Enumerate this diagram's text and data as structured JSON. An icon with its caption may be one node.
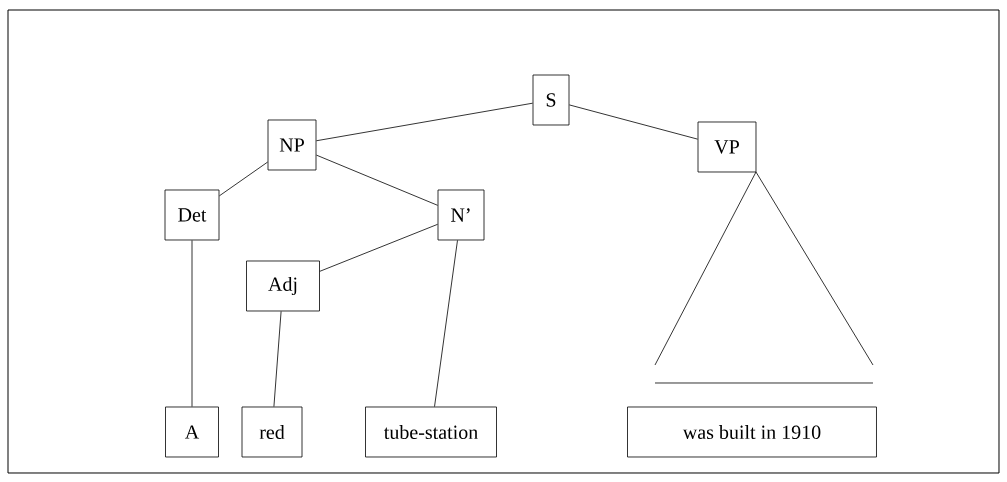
{
  "diagram": {
    "nodes": [
      {
        "text": [
          "S"
        ]
      },
      {
        "text": [
          "NP"
        ]
      },
      {
        "text": [
          "VP"
        ]
      },
      {
        "text": [
          "Det"
        ]
      },
      {
        "text": [
          "N’"
        ]
      },
      {
        "text": [
          "Adj"
        ]
      },
      {
        "text": [
          "A"
        ]
      },
      {
        "text": [
          "red"
        ]
      },
      {
        "text": [
          "tube-station"
        ]
      },
      {
        "text": [
          "was built in 1910"
        ]
      }
    ],
    "edges": [
      {
        "from": 0,
        "to": 1,
        "arrow": "none"
      },
      {
        "from": 0,
        "to": 2,
        "arrow": "none"
      },
      {
        "from": 1,
        "to": 3,
        "arrow": "none"
      },
      {
        "from": 1,
        "to": 4,
        "arrow": "none"
      },
      {
        "from": 4,
        "to": 5,
        "arrow": "none"
      },
      {
        "from": 3,
        "to": 6,
        "arrow": "none"
      },
      {
        "from": 5,
        "to": 7,
        "arrow": "none"
      },
      {
        "from": 4,
        "to": 8,
        "arrow": "none"
      }
    ]
  }
}
